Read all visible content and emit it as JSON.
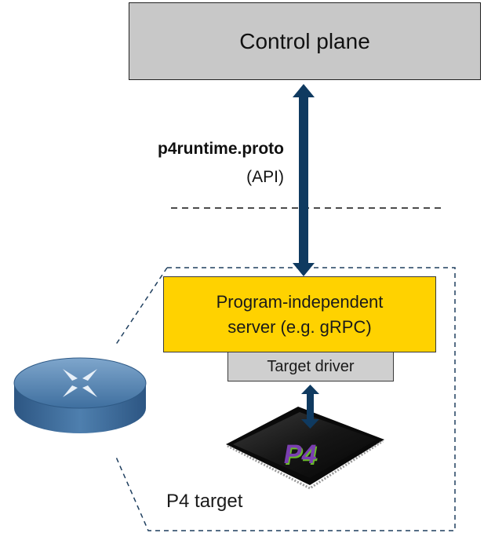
{
  "control_plane": {
    "label": "Control plane"
  },
  "api": {
    "name": "p4runtime.proto",
    "note": "(API)"
  },
  "server": {
    "line1": "Program-independent",
    "line2": "server (e.g. gRPC)"
  },
  "driver": {
    "label": "Target driver"
  },
  "target": {
    "label": "P4 target"
  },
  "chip": {
    "logo_text": "P4"
  },
  "colors": {
    "control_plane_fill": "#c8c8c8",
    "server_fill": "#ffd200",
    "driver_fill": "#cfcfcf",
    "arrow": "#0f3a60",
    "target_border": "#1f3f5f",
    "router_body": "#4a79a8"
  },
  "icons": {
    "router": "router-icon",
    "chip": "chip-icon",
    "arrow": "double-arrow-icon"
  }
}
